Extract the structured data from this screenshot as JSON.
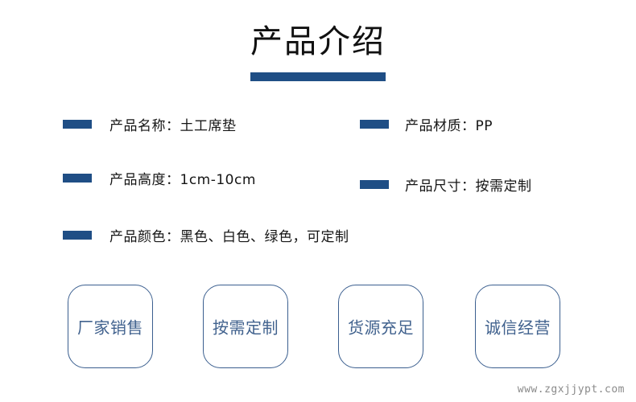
{
  "header": {
    "title": "产品介绍",
    "accent_color": "#1f4e85"
  },
  "specs": [
    {
      "key": "product-name",
      "label": "产品名称：土工席垫",
      "marker": "dash-marker"
    },
    {
      "key": "product-material",
      "label": "产品材质：PP",
      "marker": "dash-marker"
    },
    {
      "key": "product-height",
      "label": "产品高度：1cm-10cm",
      "marker": "dash-marker"
    },
    {
      "key": "product-size",
      "label": "产品尺寸：按需定制",
      "marker": "dash-marker"
    },
    {
      "key": "product-color",
      "label": "产品颜色：黑色、白色、绿色，可定制",
      "marker": "dash-marker"
    }
  ],
  "features": [
    {
      "key": "factory-sales",
      "label": "厂家销售"
    },
    {
      "key": "custom-on-demand",
      "label": "按需定制"
    },
    {
      "key": "ample-supply",
      "label": "货源充足"
    },
    {
      "key": "honest-business",
      "label": "诚信经营"
    }
  ],
  "feature_style": {
    "border_color": "#3b5f8f",
    "text_color": "#41628e"
  },
  "watermark": {
    "text": "www.zgxjjypt.com",
    "color": "#8a8a8a"
  }
}
